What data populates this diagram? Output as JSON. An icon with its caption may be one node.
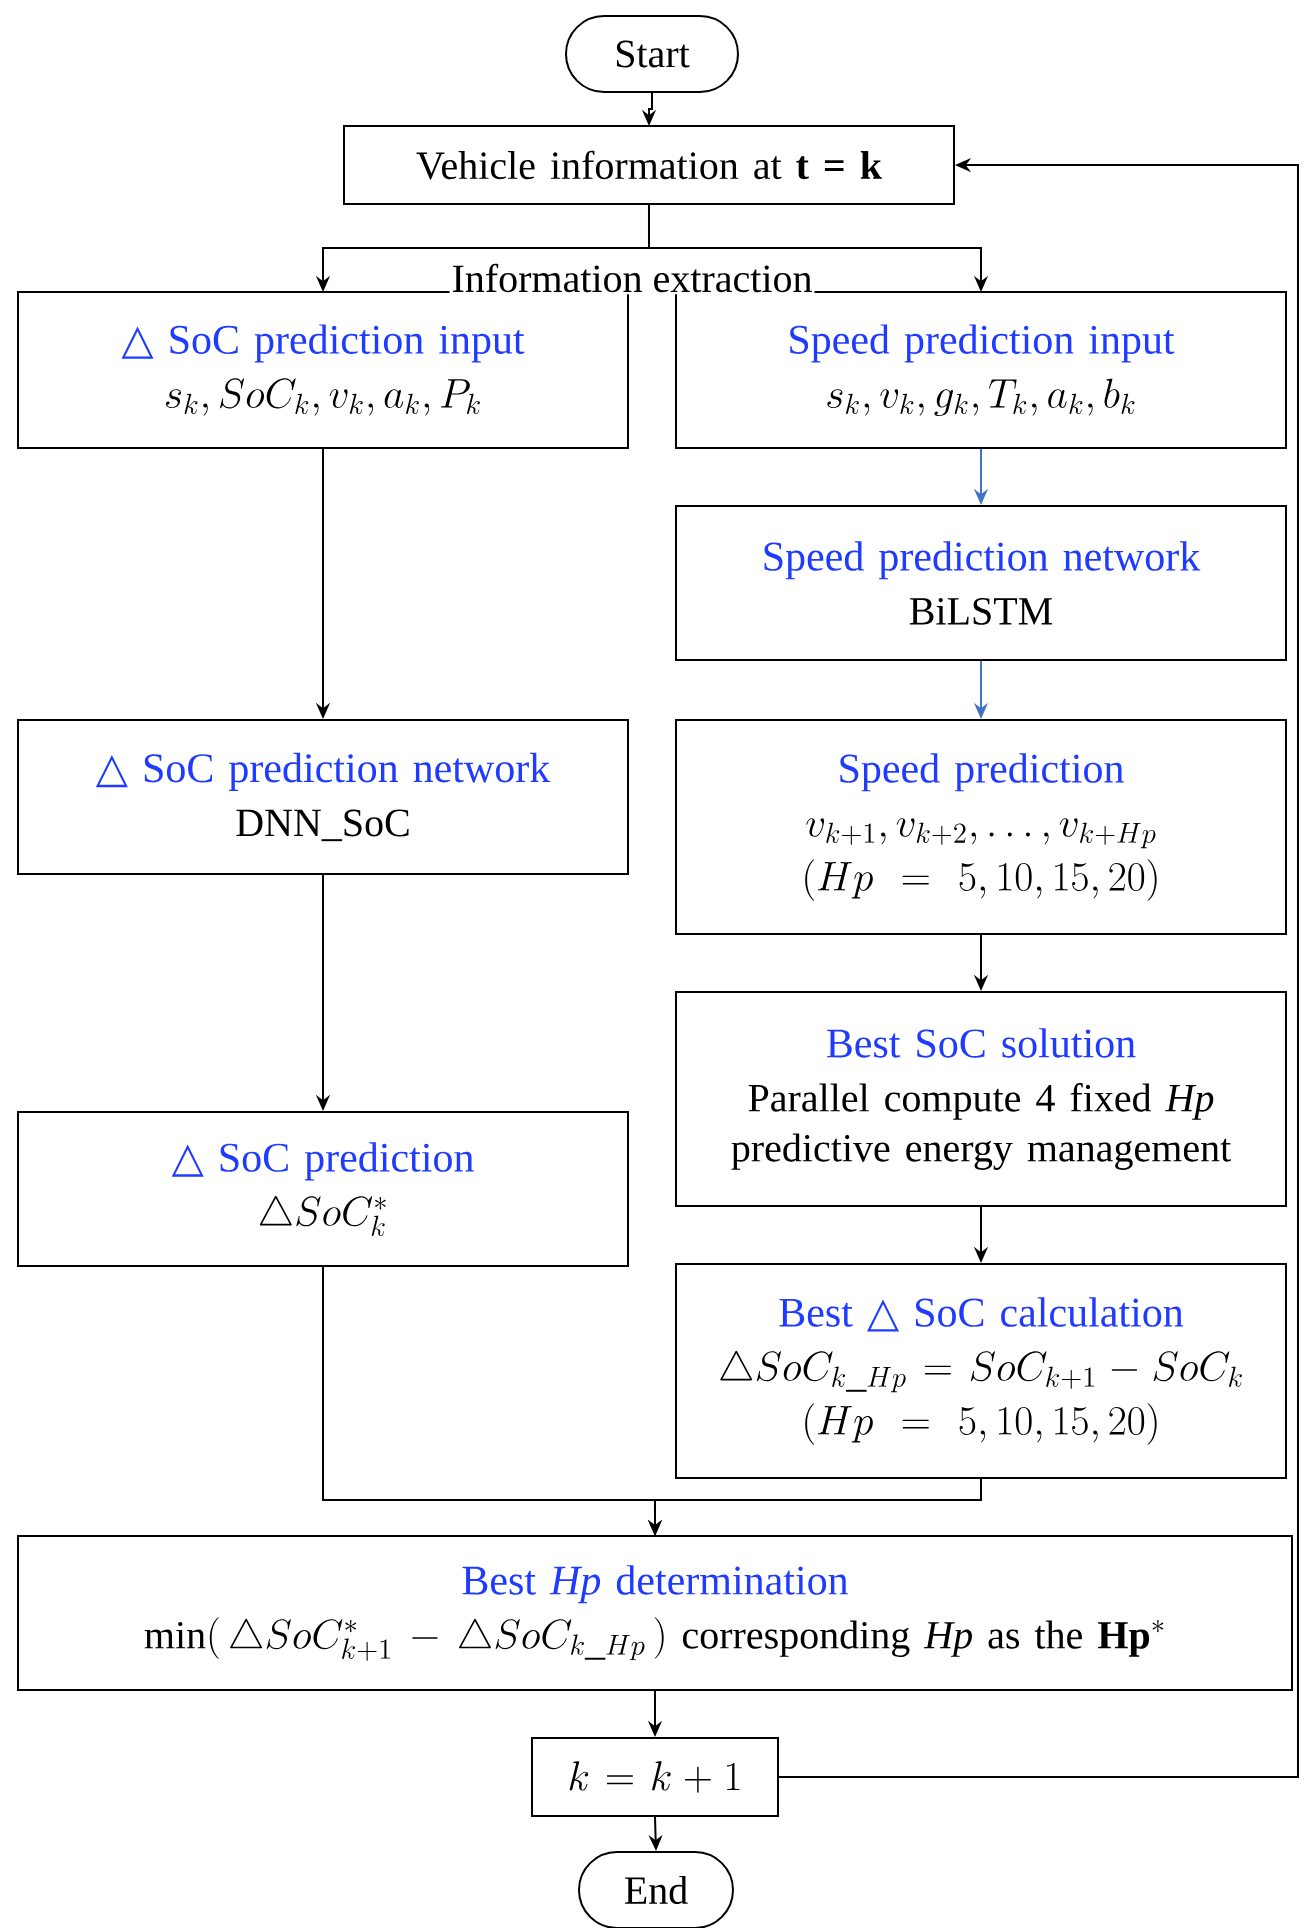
{
  "diagram": {
    "nodes": [
      {
        "text": [
          "Start"
        ]
      },
      {
        "text": [
          "Vehicle information at **t = k**"
        ]
      },
      {
        "text": [
          "△ SoC prediction input",
          "s_k, SoC_k, v_k, a_k, P_k"
        ]
      },
      {
        "text": [
          "Speed prediction input",
          "s_k, v_k, g_k, T_k, a_k, b_k"
        ]
      },
      {
        "text": [
          "Speed prediction network",
          "BiLSTM"
        ]
      },
      {
        "text": [
          "△ SoC prediction network",
          "DNN_SoC"
        ]
      },
      {
        "text": [
          "Speed prediction",
          "v_{k+1}, v_{k+2}, \\ldots, v_{k+Hp}",
          "(Hp = 5,10,15,20)"
        ]
      },
      {
        "text": [
          "Best SoC solution",
          "Parallel compute 4 fixed *Hp* predictive energy management"
        ]
      },
      {
        "text": [
          "△ SoC prediction",
          "\\triangle SoC_k^*"
        ]
      },
      {
        "text": [
          "Best △ SoC calculation",
          "\\triangle SoC_{k\\_Hp} = SoC_{k+1} - SoC_k",
          "(Hp = 5,10,15,20)"
        ]
      },
      {
        "text": [
          "Best *Hp* determination",
          "\\mathrm{min}(\\,\\triangle SoC^*_{k+1} - \\triangle SoC_{k\\_Hp}\\,)\\ \\mbox{corresponding}\\ \\mathit{Hp}\\ \\mbox{as the}\\ \\mathbf{Hp}^*"
        ]
      },
      {
        "text": [
          "k = k + 1"
        ]
      },
      {
        "text": [
          "End"
        ]
      }
    ],
    "edges": [
      {
        "from": 0,
        "to": 1,
        "arrow": "to"
      },
      {
        "from": 1,
        "to": 2,
        "arrow": "to",
        "label": "Information extraction"
      },
      {
        "from": 1,
        "to": 3,
        "arrow": "to"
      },
      {
        "from": 3,
        "to": 4,
        "arrow": "to",
        "color": "#4472c4"
      },
      {
        "from": 4,
        "to": 6,
        "arrow": "to",
        "color": "#4472c4"
      },
      {
        "from": 2,
        "to": 5,
        "arrow": "to"
      },
      {
        "from": 5,
        "to": 8,
        "arrow": "to"
      },
      {
        "from": 6,
        "to": 7,
        "arrow": "to"
      },
      {
        "from": 7,
        "to": 9,
        "arrow": "to"
      },
      {
        "from": 8,
        "to": 10,
        "arrow": "to"
      },
      {
        "from": 9,
        "to": 10,
        "arrow": "to"
      },
      {
        "from": 10,
        "to": 11,
        "arrow": "to"
      },
      {
        "from": 11,
        "to": 12,
        "arrow": "to"
      },
      {
        "from": 11,
        "to": 1,
        "arrow": "to"
      }
    ]
  }
}
